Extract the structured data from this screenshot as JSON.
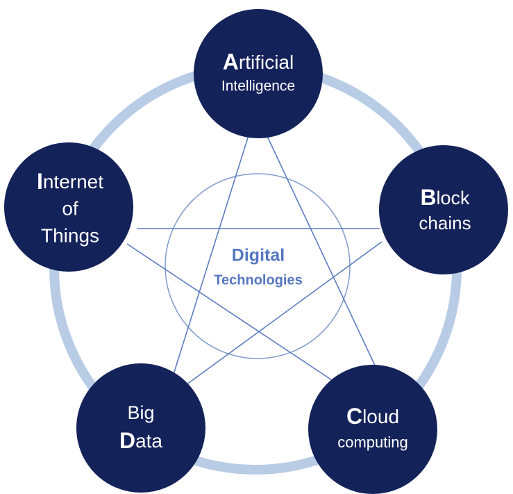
{
  "colors": {
    "ring": "#b9cce6",
    "node_fill": "#14225a",
    "line": "#5b7cbf",
    "center_circle": "#7f9acb",
    "center_text": "#5577c2",
    "node_text": "#ffffff"
  },
  "center": {
    "line1": "Digital",
    "line2": "Technologies"
  },
  "nodes": {
    "ai": {
      "cap": "A",
      "rest": "rtificial",
      "line2": "Intelligence"
    },
    "blockchain": {
      "cap": "B",
      "rest": "lock",
      "line2": "chains"
    },
    "cloud": {
      "cap": "C",
      "rest": "loud",
      "line2": "computing"
    },
    "bigdata": {
      "line1": "Big",
      "cap": "D",
      "rest": "ata"
    },
    "iot": {
      "cap": "I",
      "rest": "nternet",
      "line2": "of",
      "line3": "Things"
    }
  }
}
